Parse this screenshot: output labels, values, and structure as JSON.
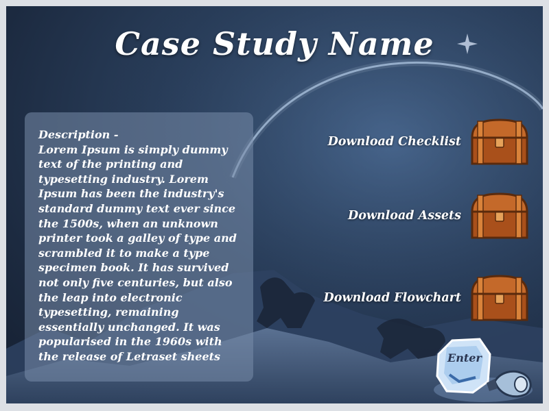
{
  "title": "Case Study Name",
  "description": {
    "text": "Description -\nLorem Ipsum is simply dummy\ntext of the printing and\ntypesetting industry. Lorem\nIpsum has been the industry's\nstandard dummy text ever since\nthe 1500s, when an unknown\nprinter took a galley of type and\nscrambled it to make a type\nspecimen book. It has survived\nnot only five centuries, but also\nthe leap into electronic\ntypesetting, remaining\nessentially unchanged. It was\npopularised in the 1960s with\nthe release of Letraset sheets"
  },
  "downloads": [
    {
      "label": "Download Checklist",
      "icon": "treasure-chest-icon"
    },
    {
      "label": "Download Assets",
      "icon": "treasure-chest-icon"
    },
    {
      "label": "Download Flowchart",
      "icon": "treasure-chest-icon"
    }
  ],
  "enter_button": {
    "label": "Enter",
    "icon": "crystal-bottle-icon"
  },
  "colors": {
    "background": "#1f2e47",
    "panel": "#7a8eaa",
    "text": "#ffffff",
    "chest_wood": "#b5561f"
  }
}
